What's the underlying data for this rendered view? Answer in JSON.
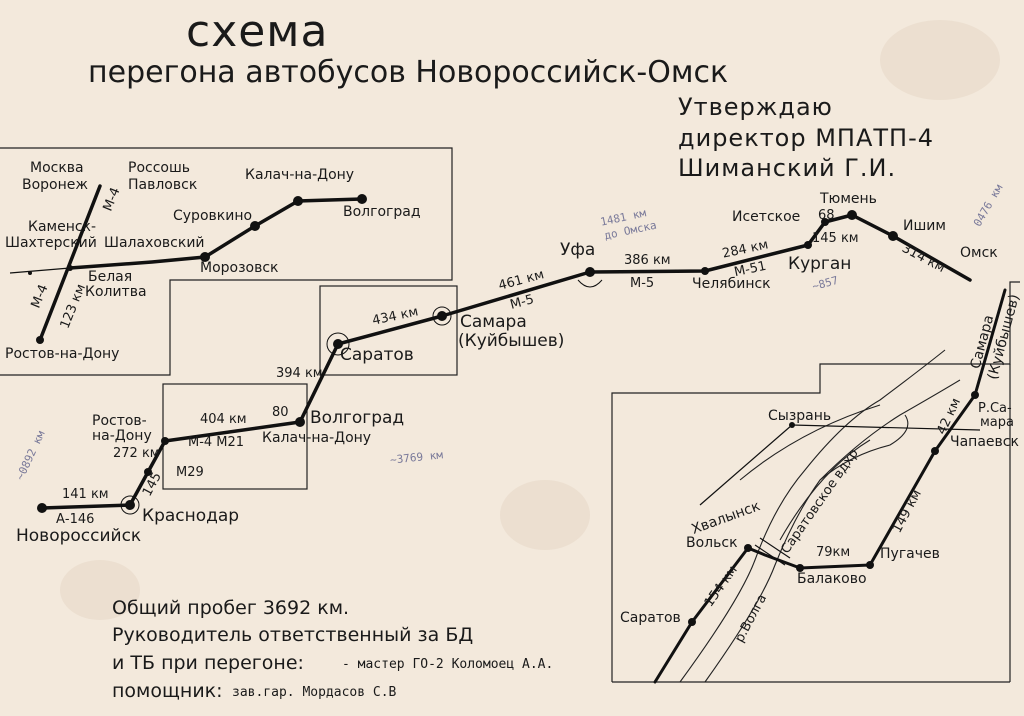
{
  "title": "схема",
  "subtitle": "перегона автобусов Новороссийск-Омск",
  "approval": {
    "line1": "Утверждаю",
    "line2": "директор МПАТП-4",
    "line3": "Шиманский Г.И."
  },
  "inset_top": {
    "cities": {
      "moscow": "Москва",
      "voronezh": "Воронеж",
      "rossosh": "Россошь",
      "pavlovsk": "Павловск",
      "kalach": "Калач-на-Дону",
      "volgograd": "Волгоград",
      "surovikino": "Суровкино",
      "kamensk": "Каменск-",
      "shakhtersky": "Шахтерский",
      "shalakhovsky": "Шалаховский",
      "morozovsk": "Морозовск",
      "belaya1": "Белая",
      "belaya2": "Колитва",
      "rostov": "Ростов-на-Дону"
    },
    "labels": {
      "m4a": "М-4",
      "m4b": "М-4",
      "km123": "123 км"
    }
  },
  "main_route": {
    "cities": {
      "novoros": "Новороссийск",
      "krasnodar": "Краснодар",
      "rostov1": "Ростов-",
      "rostov2": "на-Дону",
      "volgograd": "Волгоград",
      "kalach": "Калач-на-Дону",
      "saratov": "Саратов",
      "samara1": "Самара",
      "samara2": "(Куйбышев)",
      "ufa": "Уфа",
      "chelyabinsk": "Челябинск",
      "kurgan": "Курган",
      "isetskoe": "Исетское",
      "tyumen": "Тюмень",
      "ishim": "Ишим",
      "omsk": "Омск"
    },
    "distances": {
      "d141": "141 км",
      "a146": "А-146",
      "d145": "145",
      "m29": "М29",
      "d272": "272 км",
      "m4m21": "М-4 М21",
      "d404": "404 км",
      "d80": "80",
      "d394": "394 км",
      "d434": "434 км",
      "d461": "461 км",
      "m5a": "М-5",
      "d386": "386 км",
      "m5b": "М-5",
      "d284": "284 км",
      "m51": "М-51",
      "d145b": "145 км",
      "d68": "68",
      "d314": "314 км"
    },
    "pencil": {
      "n1": "1481 км",
      "n2": "до Омска",
      "n3": "~857",
      "n4": "~3769 км",
      "n5": "~0892 км",
      "n6": "0476 км"
    }
  },
  "inset_bottom": {
    "cities": {
      "syzran": "Сызрань",
      "khvalynsk": "Хвалынск",
      "volsk": "Вольск",
      "saratov": "Саратов",
      "balakovo": "Балаково",
      "pugachev": "Пугачев",
      "chapaevsk": "Чапаевск",
      "samara1": "Самара",
      "samara2": "(Куйбышев)",
      "rsamara1": "Р.Са-",
      "rsamara2": "мара"
    },
    "labels": {
      "d154": "154 км",
      "d79": "79км",
      "d149": "149 км",
      "d42": "42 км",
      "volga": "р.Волга",
      "reservoir": "Саратовское вдхр"
    }
  },
  "footer": {
    "line1": "Общий пробег 3692 км.",
    "line2": "Руководитель ответственный за БД",
    "line3a": "и ТБ при перегоне:",
    "line3b": "- мастер ГО-2 Коломоец А.А.",
    "line4a": "помощник:",
    "line4b": "зав.гар.   Мордасов С.В"
  }
}
